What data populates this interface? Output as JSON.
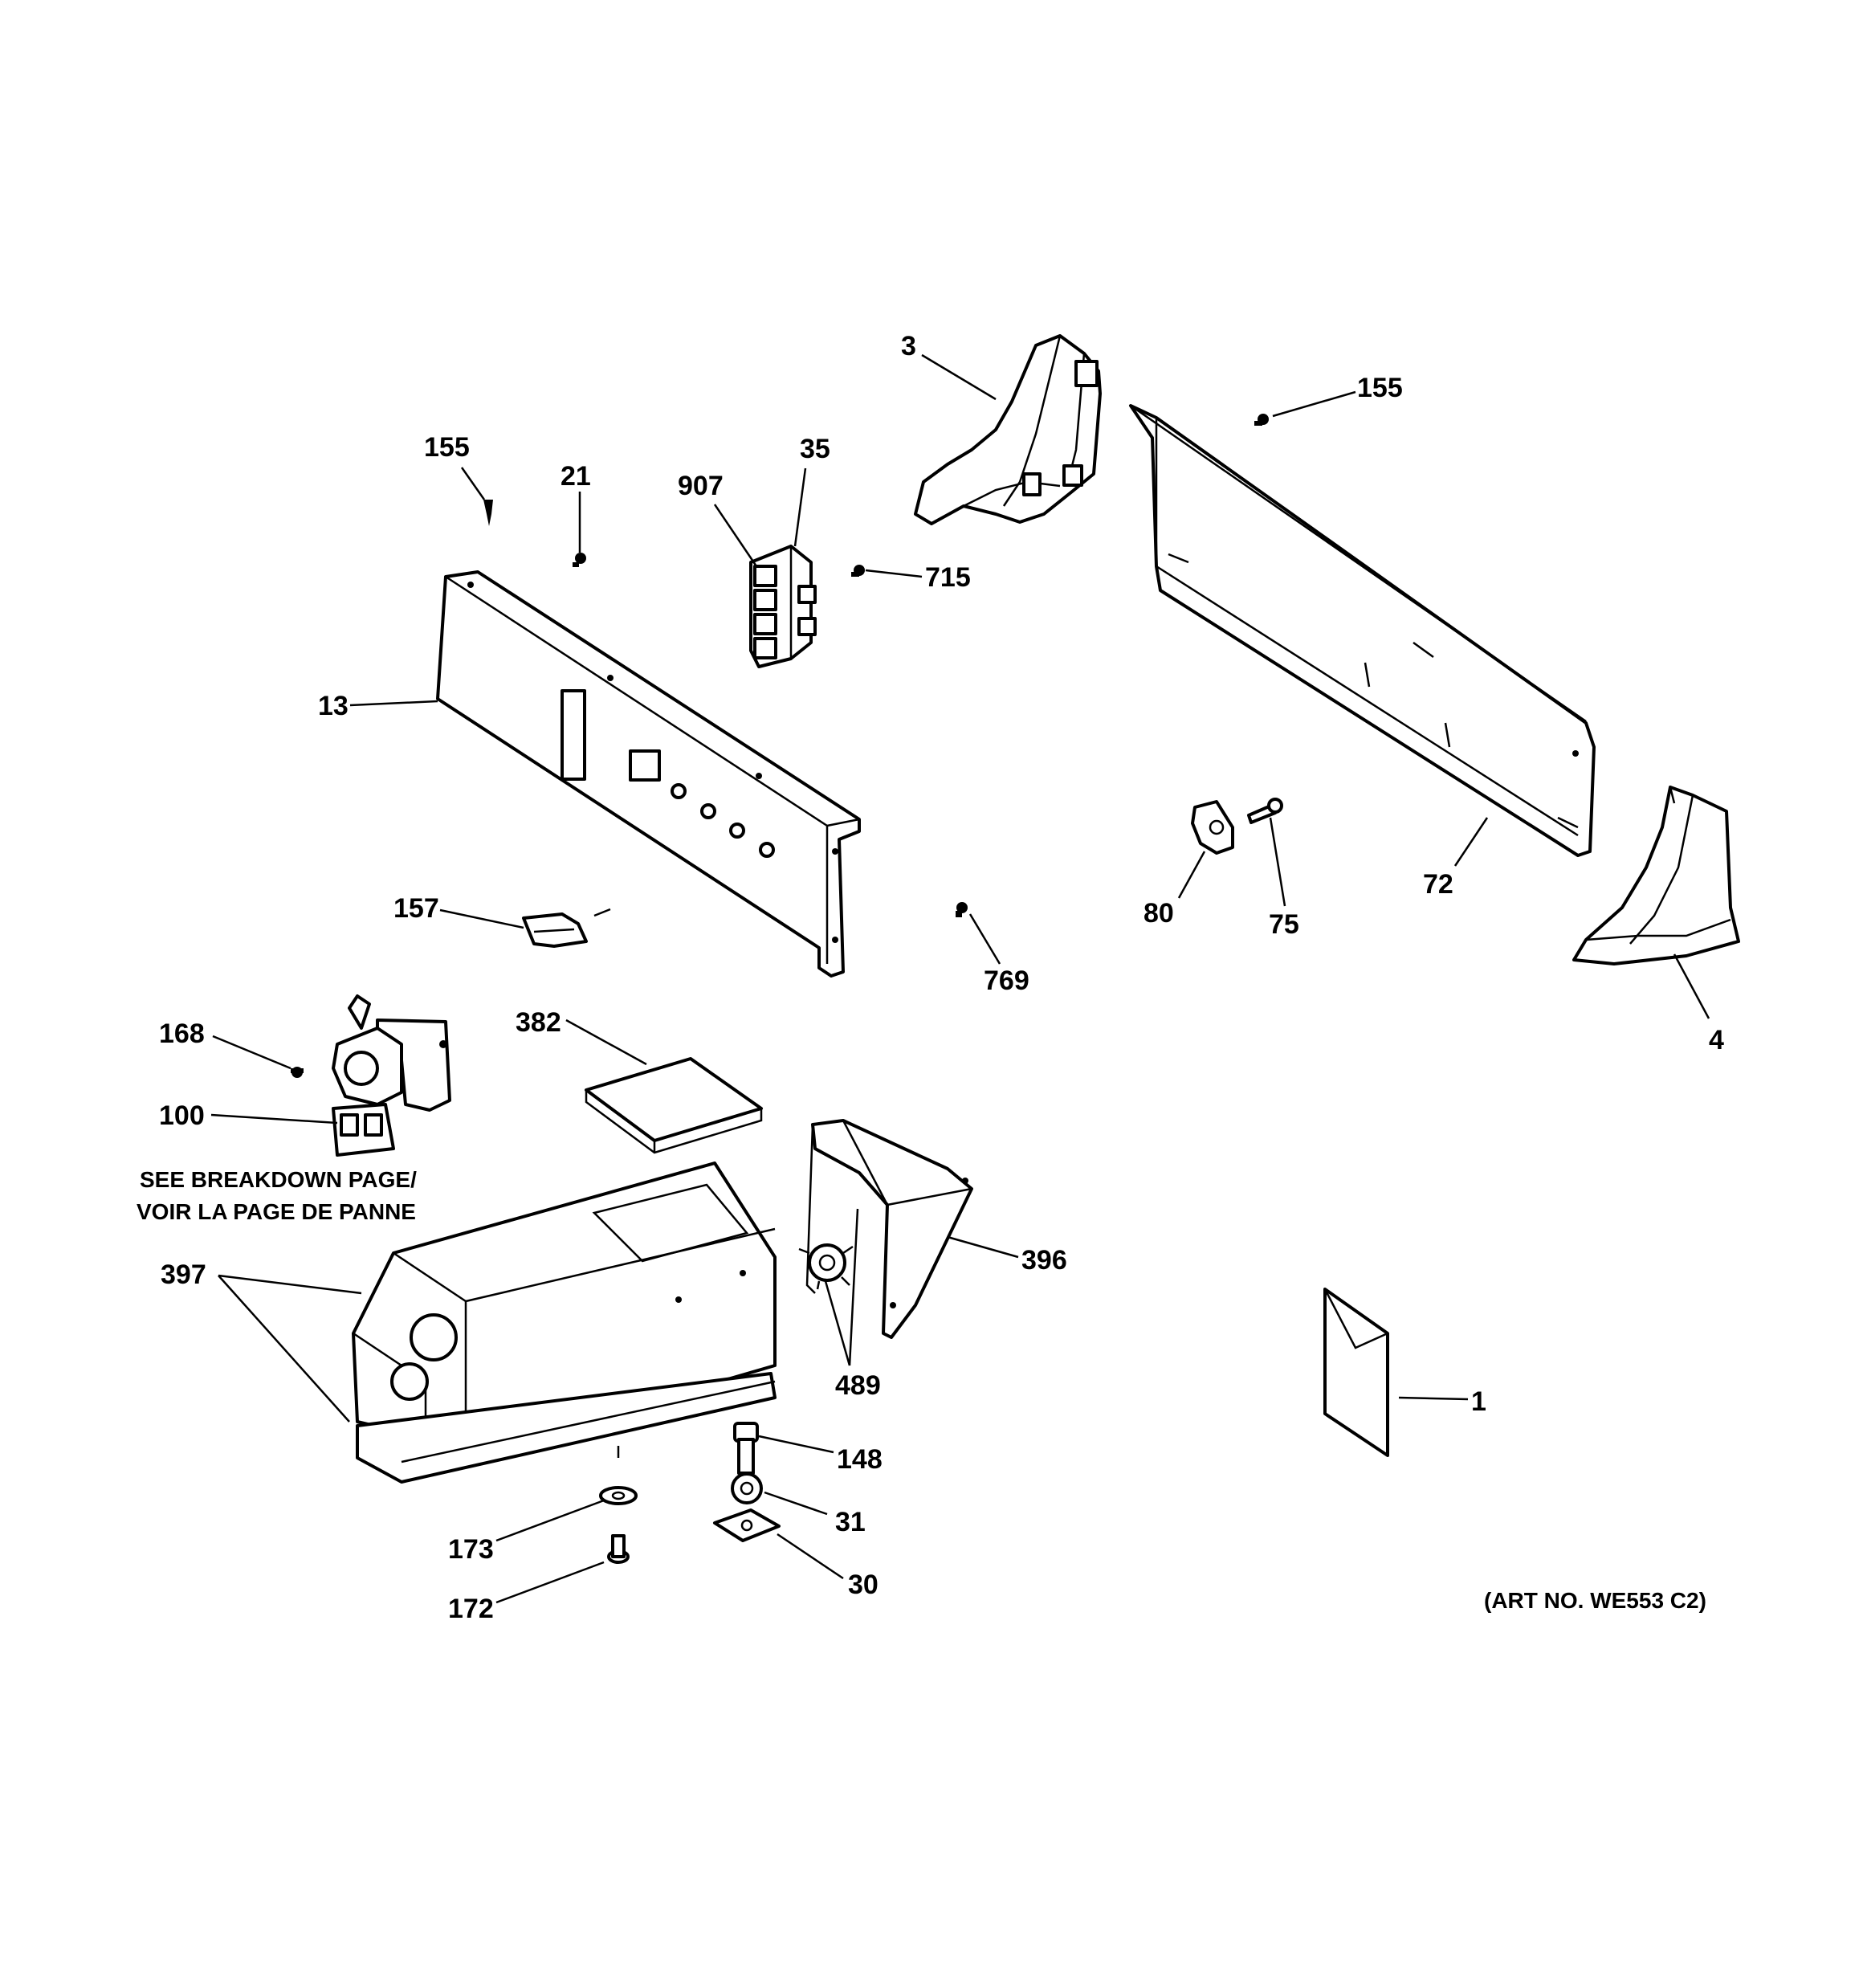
{
  "labels": {
    "p3": "3",
    "p155a": "155",
    "p155b": "155",
    "p21": "21",
    "p907": "907",
    "p35": "35",
    "p715": "715",
    "p13": "13",
    "p72": "72",
    "p80": "80",
    "p75": "75",
    "p157": "157",
    "p769": "769",
    "p4": "4",
    "p168": "168",
    "p382": "382",
    "p100": "100",
    "p397": "397",
    "p396": "396",
    "p489": "489",
    "p1": "1",
    "p148": "148",
    "p31": "31",
    "p173": "173",
    "p30": "30",
    "p172": "172"
  },
  "notes": {
    "breakdown_line1": "SEE BREAKDOWN PAGE/",
    "breakdown_line2": "VOIR LA PAGE DE PANNE",
    "art_no": "(ART NO. WE553 C2)"
  }
}
